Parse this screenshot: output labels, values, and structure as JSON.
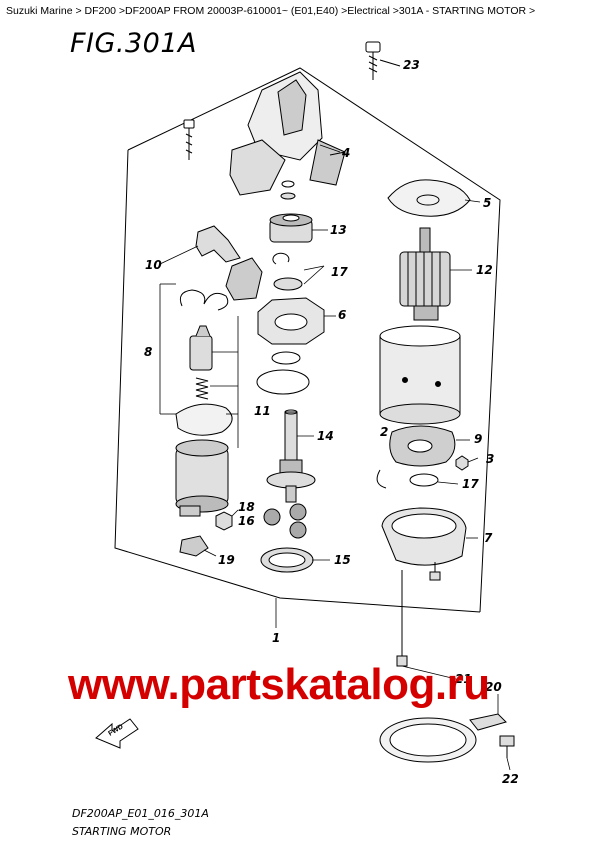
{
  "breadcrumb": "Suzuki Marine > DF200 >DF200AP FROM 20003P-610001~ (E01,E40) >Electrical >301A - STARTING MOTOR >",
  "figure_title": "FIG.301A",
  "watermark": "www.partskatalog.ru",
  "footer": {
    "code": "DF200AP_E01_016_301A",
    "name": "STARTING MOTOR"
  },
  "callouts": {
    "c1": "1",
    "c2": "2",
    "c3": "3",
    "c4": "4",
    "c5": "5",
    "c6": "6",
    "c7": "7",
    "c8": "8",
    "c9": "9",
    "c10": "10",
    "c11": "11",
    "c12": "12",
    "c13": "13",
    "c14": "14",
    "c15": "15",
    "c16": "16",
    "c17a": "17",
    "c17b": "17",
    "c18": "18",
    "c19": "19",
    "c20": "20",
    "c21": "21",
    "c22": "22",
    "c23": "23"
  },
  "fwd_label": "FWD"
}
